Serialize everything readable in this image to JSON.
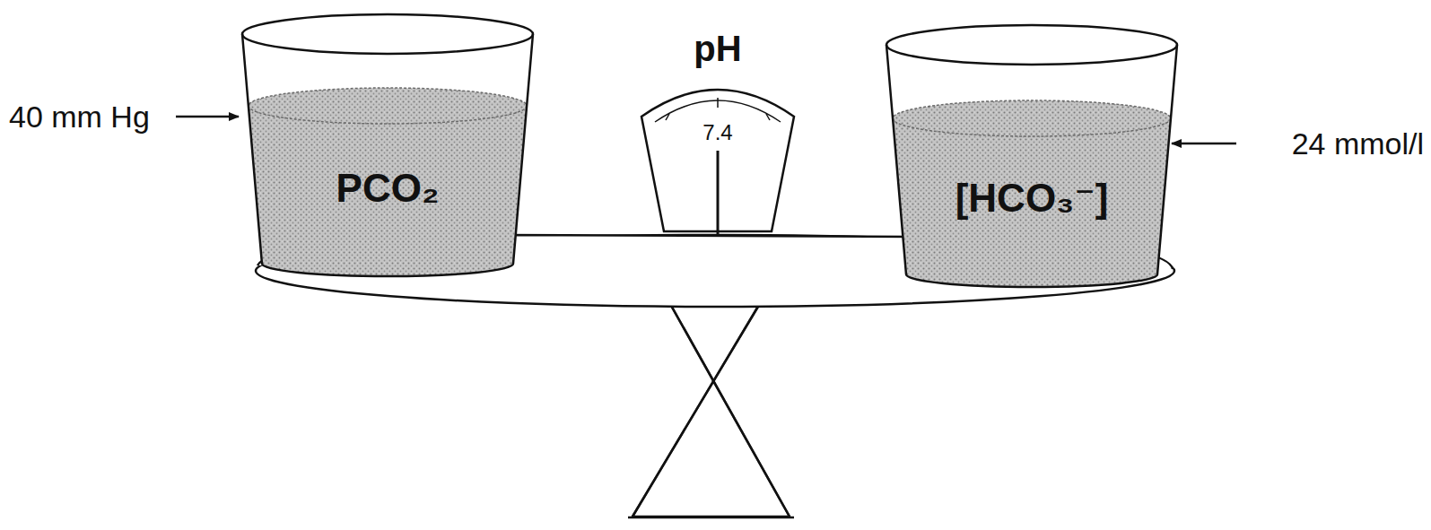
{
  "diagram": {
    "nodes": [
      {
        "text": [
          "PCO₂"
        ]
      },
      {
        "text": [
          "pH",
          "7.4"
        ]
      },
      {
        "text": [
          "[HCO₃⁻]"
        ]
      }
    ],
    "labels": [
      "40 mm Hg",
      "24 mmol/l"
    ]
  }
}
